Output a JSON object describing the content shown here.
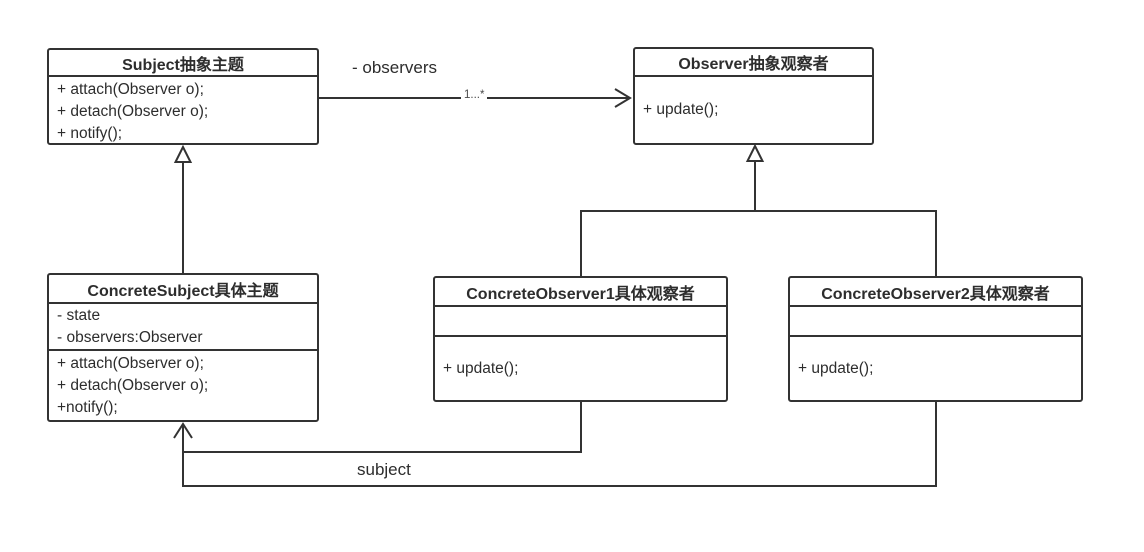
{
  "diagram": {
    "kind": "uml-class-diagram",
    "pattern": "Observer",
    "colors": {
      "line": "#333333",
      "text": "#2d2d2d",
      "background": "#ffffff"
    }
  },
  "classes": [
    {
      "name": "Subject抽象主题",
      "attributes": [],
      "methods": [
        "+ attach(Observer o);",
        "+ detach(Observer o);",
        "+ notify();"
      ]
    },
    {
      "name": "Observer抽象观察者",
      "attributes": [],
      "methods": [
        "+ update();"
      ]
    },
    {
      "name": "ConcreteSubject具体主题",
      "attributes": [
        "- state",
        "- observers:Observer"
      ],
      "methods": [
        "+ attach(Observer o);",
        "+ detach(Observer o);",
        "+notify();"
      ]
    },
    {
      "name": "ConcreteObserver1具体观察者",
      "attributes": [],
      "methods": [
        "+ update();"
      ]
    },
    {
      "name": "ConcreteObserver2具体观察者",
      "attributes": [],
      "methods": [
        "+ update();"
      ]
    }
  ],
  "relations": {
    "observers_association": {
      "label": "- observers",
      "multiplicity": "1...*"
    },
    "subject_association": {
      "label": "subject"
    }
  }
}
